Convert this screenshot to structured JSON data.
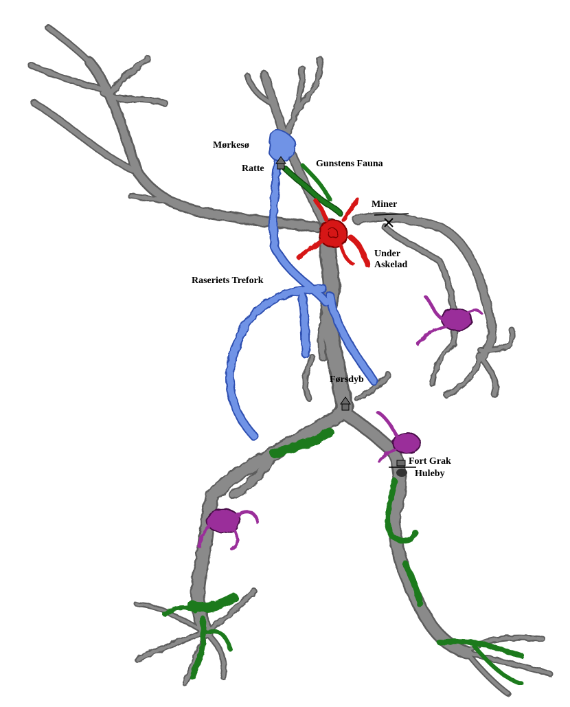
{
  "map": {
    "colors": {
      "tunnel": "#8a8a8a",
      "tunnel_edge": "#5c5c5c",
      "water": "#6f93e6",
      "water_edge": "#2f4fb0",
      "fauna": "#1f7a1f",
      "fauna_edge": "#0d4a0d",
      "danger": "#d61414",
      "danger_edge": "#7a0000",
      "lair": "#9a2f9a",
      "lair_edge": "#4a0f4a",
      "town": "#6a6a6a"
    },
    "labels": {
      "morkeso": "Mørkesø",
      "ratte": "Ratte",
      "gunstens_fauna": "Gunstens Fauna",
      "miner": "Miner",
      "under_askelad": "Under\nAskelad",
      "raseriets_trefork": "Raseriets Trefork",
      "forsdyb": "Førsdyb",
      "fort_grak": "Fort Grak",
      "huleby": "Huleby"
    },
    "icons": [
      "town-icon",
      "mine-icon",
      "lair-icon",
      "cave-entrance-icon"
    ]
  }
}
